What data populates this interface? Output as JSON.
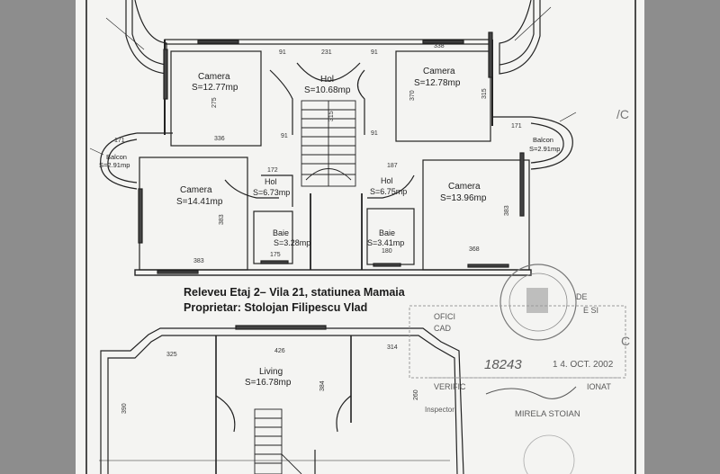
{
  "plan_upper": {
    "rooms": [
      {
        "name": "Camera",
        "area": "S=12.77mp"
      },
      {
        "name": "Hol",
        "area": "S=10.68mp"
      },
      {
        "name": "Camera",
        "area": "S=12.78mp"
      },
      {
        "name": "Balcon",
        "area": "S=2.91mp"
      },
      {
        "name": "Balcon",
        "area": "S=2.91mp"
      },
      {
        "name": "Camera",
        "area": "S=14.41mp"
      },
      {
        "name": "Hol",
        "area": "S=6.73mp"
      },
      {
        "name": "Hol",
        "area": "S=6.75mp"
      },
      {
        "name": "Camera",
        "area": "S=13.96mp"
      },
      {
        "name": "Baie",
        "area": "S=3.28mp"
      },
      {
        "name": "Baie",
        "area": "S=3.41mp"
      }
    ],
    "dimensions": [
      "91",
      "231",
      "91",
      "338",
      "275",
      "370",
      "315",
      "91",
      "336",
      "91",
      "171",
      "171",
      "172",
      "187",
      "383",
      "383",
      "175",
      "180",
      "368",
      "383",
      "315"
    ]
  },
  "caption": {
    "line1": "Releveu Etaj 2– Vila 21, statiunea Mamaia",
    "line2": "Proprietar: Stolojan Filipescu Vlad"
  },
  "plan_lower": {
    "rooms": [
      {
        "name": "Living",
        "area": "S=16.78mp"
      }
    ],
    "dimensions": [
      "325",
      "426",
      "314",
      "390",
      "384",
      "260"
    ]
  },
  "stamp": {
    "number": "18243",
    "date": "1 4. OCT. 2002",
    "office_text": [
      "OFICI",
      "CAD",
      "DE",
      "E SI"
    ],
    "verified": "VERIFIC",
    "verified_tail": "IONAT",
    "inspector": "Inspector",
    "name": "MIRELA STOIAN"
  },
  "colors": {
    "paper": "#f4f4f2",
    "background": "#8d8d8d",
    "ink": "#222222"
  }
}
